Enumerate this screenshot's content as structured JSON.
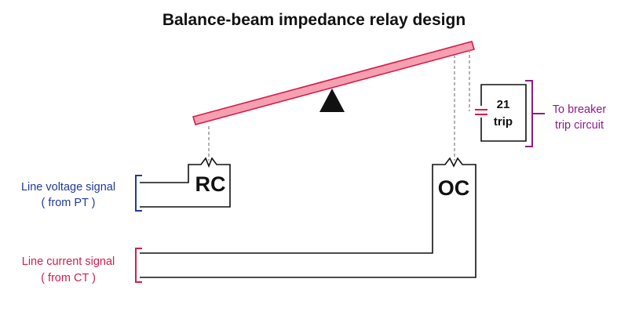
{
  "title": "Balance-beam impedance relay design",
  "coils": {
    "restraint": "RC",
    "operating": "OC"
  },
  "trip_contact": {
    "line1": "21",
    "line2": "trip"
  },
  "labels": {
    "voltage_line1": "Line voltage signal",
    "voltage_line2": "( from PT )",
    "current_line1": "Line current signal",
    "current_line2": "( from CT )",
    "breaker_line1": "To breaker",
    "breaker_line2": "trip circuit"
  },
  "colors": {
    "beam_fill": "#f5a0b0",
    "beam_stroke": "#d81b4b",
    "voltage": "#1f3a9c",
    "current": "#d81b4b",
    "breaker": "#8e1a8c",
    "wire": "#111111",
    "fulcrum": "#111111"
  }
}
